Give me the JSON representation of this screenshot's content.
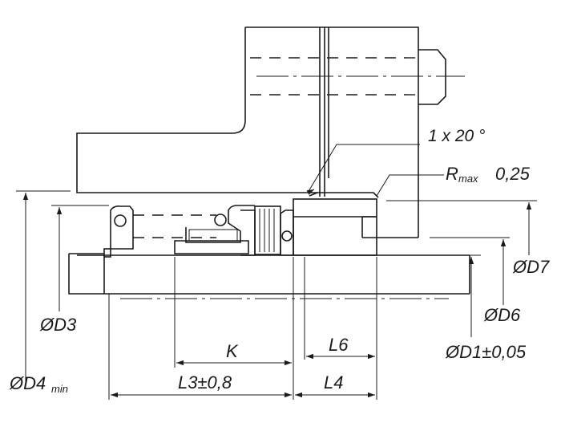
{
  "labels": {
    "chamfer": "1 x 20 °",
    "rmax_r": "R",
    "rmax_sub": "max",
    "rmax_val": "0,25",
    "d7": "ØD7",
    "d6": "ØD6",
    "d1": "ØD1±0,05",
    "d3": "ØD3",
    "d4": "ØD4",
    "d4_sub": "min",
    "k": "K",
    "l6": "L6",
    "l3": "L3±0,8",
    "l4": "L4"
  }
}
